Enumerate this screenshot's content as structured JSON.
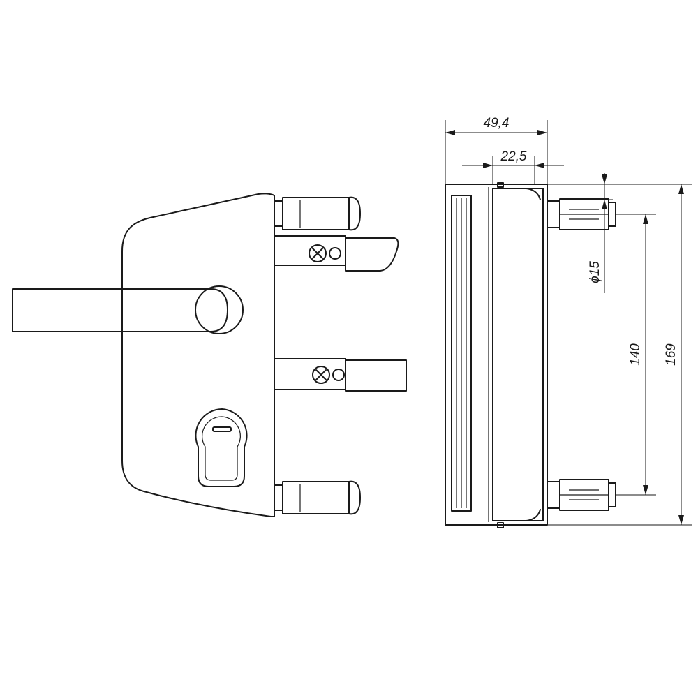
{
  "dimensions": {
    "overall_depth": "49,4",
    "lock_depth": "22,5",
    "bolt_diameter": "ϕ15",
    "bolt_spacing": "140",
    "overall_height": "169"
  },
  "icons": [
    "screw-icon",
    "euro-cylinder-keyhole-icon"
  ]
}
